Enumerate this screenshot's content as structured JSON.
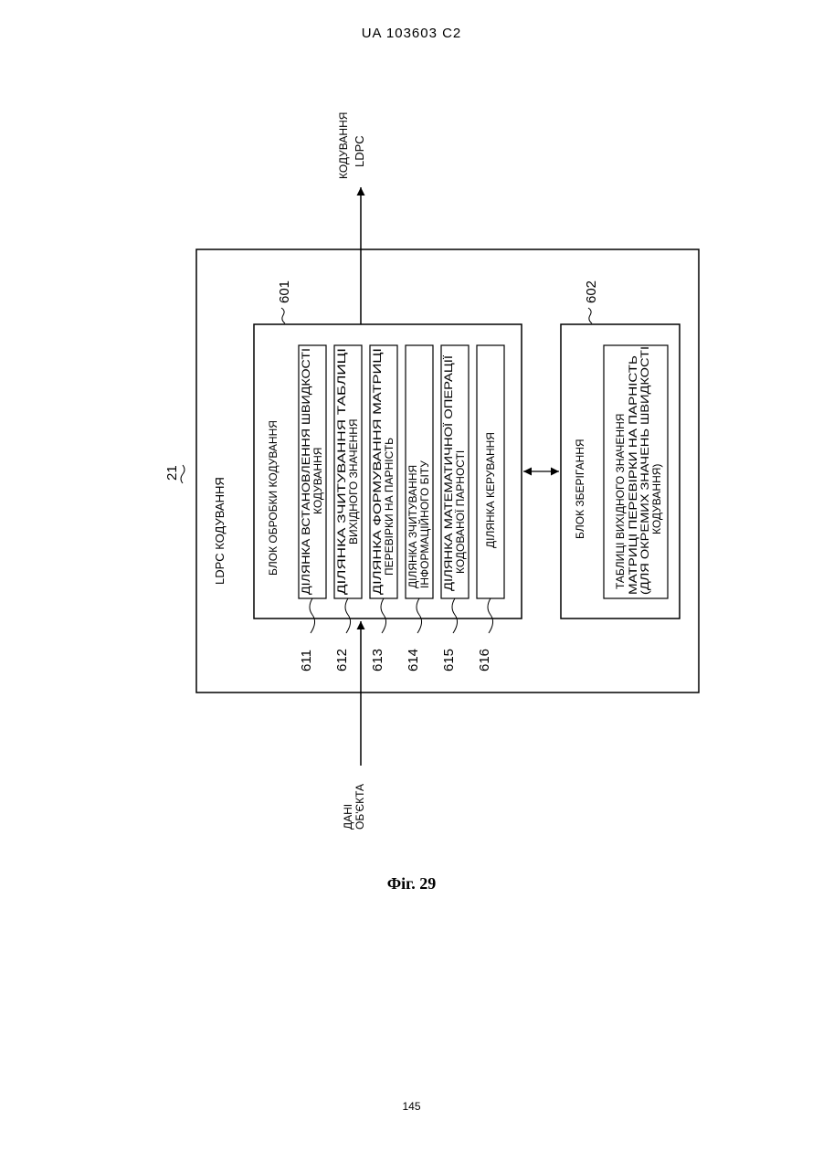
{
  "header": "UA   103603   C2",
  "caption": "Фіг. 29",
  "page_number": "145",
  "output_label": [
    "КОДУВАННЯ",
    "LDPC"
  ],
  "input_label": [
    "ДАНІ",
    "ОБ'ЄКТА"
  ],
  "outer": {
    "ref": "21",
    "label": "LDPC  КОДУВАННЯ"
  },
  "block601": {
    "ref": "601",
    "label": "БЛОК ОБРОБКИ КОДУВАННЯ"
  },
  "block602": {
    "ref": "602",
    "label": "БЛОК ЗБЕРІГАННЯ",
    "content": [
      "ТАБЛИЦІ ВИХІДНОГО ЗНАЧЕННЯ",
      "МАТРИЦІ ПЕРЕВІРКИ НА ПАРНІСТЬ",
      "(ДЛЯ ОКРЕМИХ ЗНАЧЕНЬ ШВИДКОСТІ",
      "КОДУВАННЯ)"
    ]
  },
  "sections": [
    {
      "ref": "611",
      "lines": [
        "ДІЛЯНКА ВСТАНОВЛЕННЯ ШВИДКОСТІ",
        "КОДУВАННЯ"
      ]
    },
    {
      "ref": "612",
      "lines": [
        "ДІЛЯНКА ЗЧИТУВАННЯ ТАБЛИЦІ",
        "ВИХІДНОГО ЗНАЧЕННЯ"
      ]
    },
    {
      "ref": "613",
      "lines": [
        "ДІЛЯНКА ФОРМУВАННЯ МАТРИЦІ",
        "ПЕРЕВІРКИ НА ПАРНІСТЬ"
      ]
    },
    {
      "ref": "614",
      "lines": [
        "ДІЛЯНКА ЗЧИТУВАННЯ",
        "ІНФОРМАЦІЙНОГО БІТУ"
      ]
    },
    {
      "ref": "615",
      "lines": [
        "ДІЛЯНКА МАТЕМАТИЧНОЇ ОПЕРАЦІЇ",
        "КОДОВАНОЇ ПАРНОСТІ"
      ]
    },
    {
      "ref": "616",
      "lines": [
        "ДІЛЯНКА КЕРУВАННЯ"
      ]
    }
  ]
}
